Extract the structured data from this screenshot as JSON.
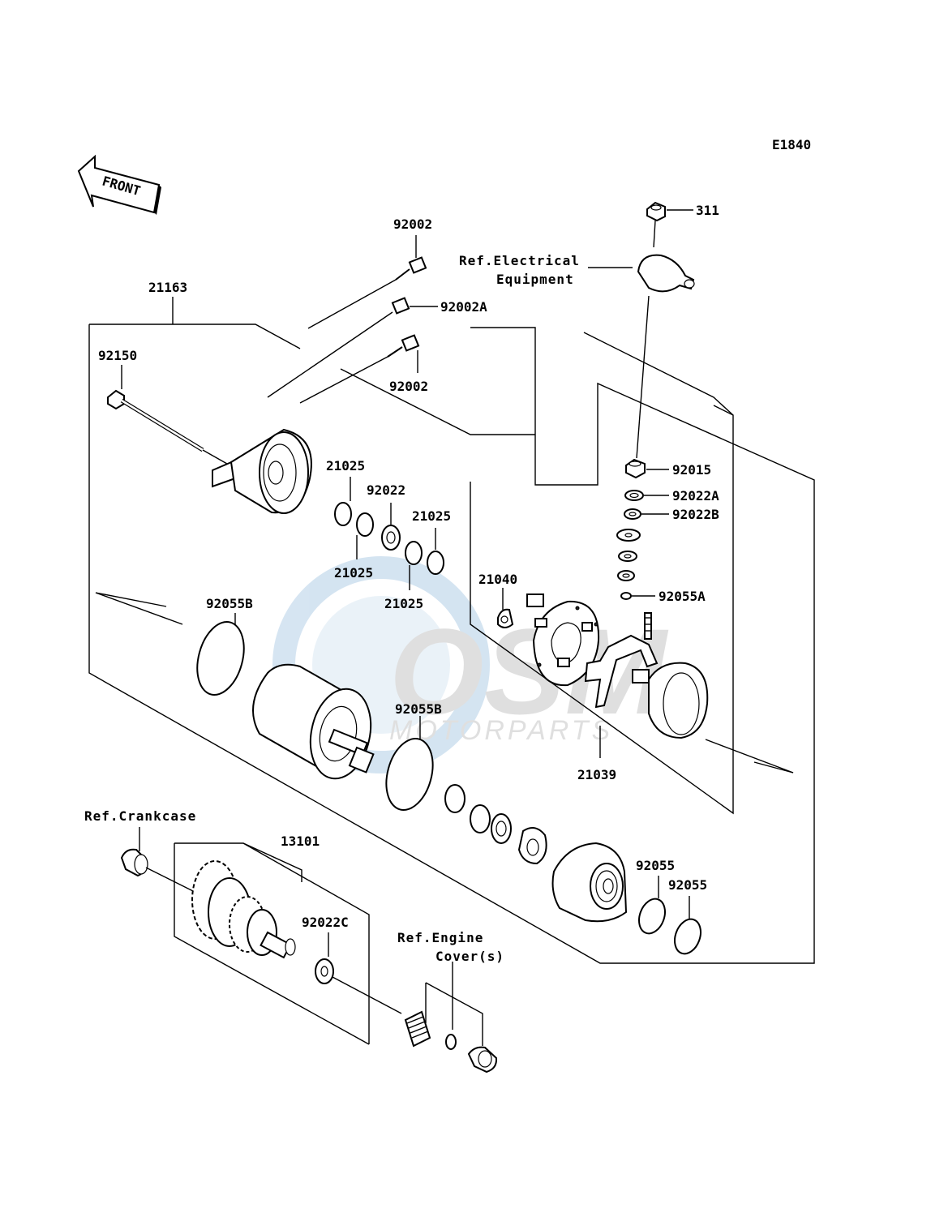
{
  "diagram_code": "E1840",
  "front_label": "FRONT",
  "watermark": {
    "brand": "OSM",
    "subtitle": "MOTORPARTS",
    "color": "#1a6fb5"
  },
  "labels": {
    "p92002_top": "92002",
    "p92002A": "92002A",
    "p92002_mid": "92002",
    "p21163": "21163",
    "p92150": "92150",
    "p21025_a": "21025",
    "p92022": "92022",
    "p21025_b": "21025",
    "p21025_c": "21025",
    "p21025_d": "21025",
    "p92055B_a": "92055B",
    "p92055B_b": "92055B",
    "p311": "311",
    "p92015": "92015",
    "p92022A": "92022A",
    "p92022B": "92022B",
    "p92055A": "92055A",
    "p21040": "21040",
    "p21039": "21039",
    "p13101": "13101",
    "p92022C": "92022C",
    "p92055_a": "92055",
    "p92055_b": "92055"
  },
  "refs": {
    "electrical_line1": "Ref.Electrical",
    "electrical_line2": "Equipment",
    "crankcase": "Ref.Crankcase",
    "engine_line1": "Ref.Engine",
    "engine_line2": "Cover(s)"
  }
}
